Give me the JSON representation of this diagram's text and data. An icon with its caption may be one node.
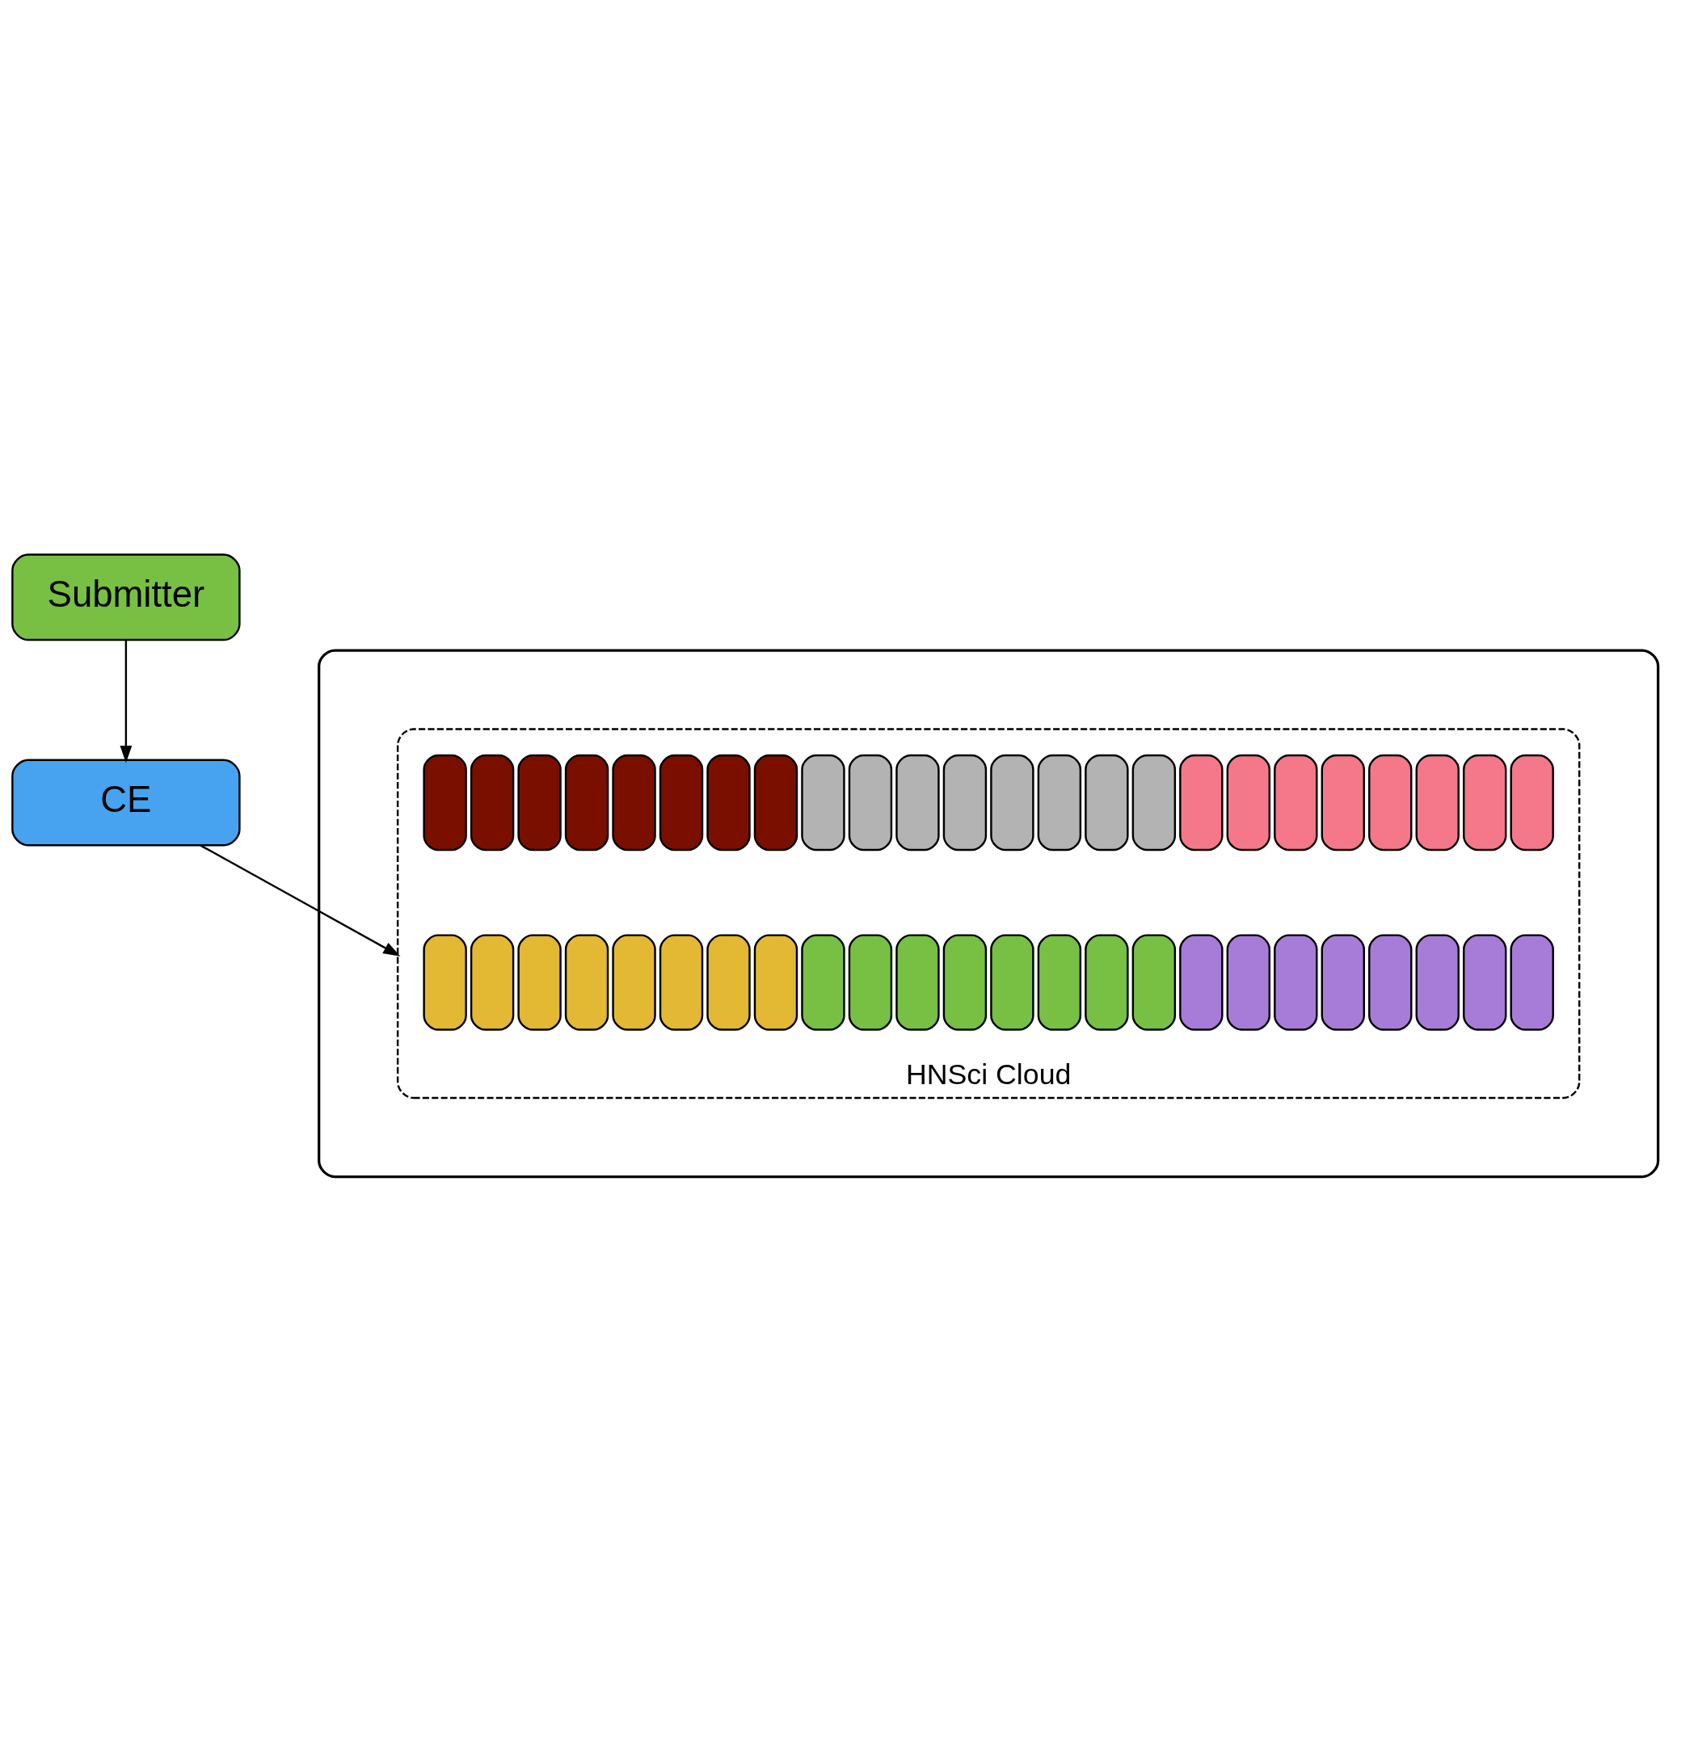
{
  "diagram": {
    "nodes": [
      {
        "text": [
          "Submitter"
        ]
      },
      {
        "text": [
          "CE"
        ]
      },
      {
        "text": [],
        "shape": "cloud"
      },
      {
        "text": [
          "HNSci Cloud"
        ],
        "in": 2
      },
      {
        "text": [],
        "shape": "box",
        "in": 3
      },
      {
        "text": [],
        "shape": "box",
        "in": 3
      },
      {
        "text": [],
        "shape": "box",
        "in": 3
      },
      {
        "text": [],
        "shape": "box",
        "in": 3
      },
      {
        "text": [],
        "shape": "box",
        "in": 3
      },
      {
        "text": [],
        "shape": "box",
        "in": 3
      },
      {
        "text": [],
        "shape": "box",
        "in": 3
      },
      {
        "text": [],
        "shape": "box",
        "in": 3
      },
      {
        "text": [],
        "shape": "box",
        "in": 3
      },
      {
        "text": [],
        "shape": "box",
        "in": 3
      },
      {
        "text": [],
        "shape": "box",
        "in": 3
      },
      {
        "text": [],
        "shape": "box",
        "in": 3
      },
      {
        "text": [],
        "shape": "box",
        "in": 3
      },
      {
        "text": [],
        "shape": "box",
        "in": 3
      },
      {
        "text": [],
        "shape": "box",
        "in": 3
      },
      {
        "text": [],
        "shape": "box",
        "in": 3
      },
      {
        "text": [],
        "shape": "box",
        "in": 3
      },
      {
        "text": [],
        "shape": "box",
        "in": 3
      },
      {
        "text": [],
        "shape": "box",
        "in": 3
      },
      {
        "text": [],
        "shape": "box",
        "in": 3
      },
      {
        "text": [],
        "shape": "box",
        "in": 3
      },
      {
        "text": [],
        "shape": "box",
        "in": 3
      },
      {
        "text": [],
        "shape": "box",
        "in": 3
      },
      {
        "text": [],
        "shape": "box",
        "in": 3
      },
      {
        "text": [],
        "shape": "box",
        "in": 3
      },
      {
        "text": [],
        "shape": "box",
        "in": 3
      },
      {
        "text": [],
        "shape": "box",
        "in": 3
      },
      {
        "text": [],
        "shape": "box",
        "in": 3
      },
      {
        "text": [],
        "shape": "box",
        "in": 3
      },
      {
        "text": [],
        "shape": "box",
        "in": 3
      },
      {
        "text": [],
        "shape": "box",
        "in": 3
      },
      {
        "text": [],
        "shape": "box",
        "in": 3
      },
      {
        "text": [],
        "shape": "box",
        "in": 3
      },
      {
        "text": [],
        "shape": "box",
        "in": 3
      },
      {
        "text": [],
        "shape": "box",
        "in": 3
      },
      {
        "text": [],
        "shape": "box",
        "in": 3
      },
      {
        "text": [],
        "shape": "box",
        "in": 3
      },
      {
        "text": [],
        "shape": "box",
        "in": 3
      },
      {
        "text": [],
        "shape": "box",
        "in": 3
      },
      {
        "text": [],
        "shape": "box",
        "in": 3
      },
      {
        "text": [],
        "shape": "box",
        "in": 3
      },
      {
        "text": [],
        "shape": "box",
        "in": 3
      },
      {
        "text": [],
        "shape": "box",
        "in": 3
      },
      {
        "text": [],
        "shape": "box",
        "in": 3
      },
      {
        "text": [],
        "shape": "box",
        "in": 3
      },
      {
        "text": [],
        "shape": "box",
        "in": 3
      },
      {
        "text": [],
        "shape": "box",
        "in": 3
      },
      {
        "text": [],
        "shape": "box",
        "in": 3
      }
    ],
    "edges": [
      {
        "from": 0,
        "to": 1,
        "arrow": "to"
      },
      {
        "from": 1,
        "to": 3,
        "arrow": "to"
      }
    ]
  }
}
